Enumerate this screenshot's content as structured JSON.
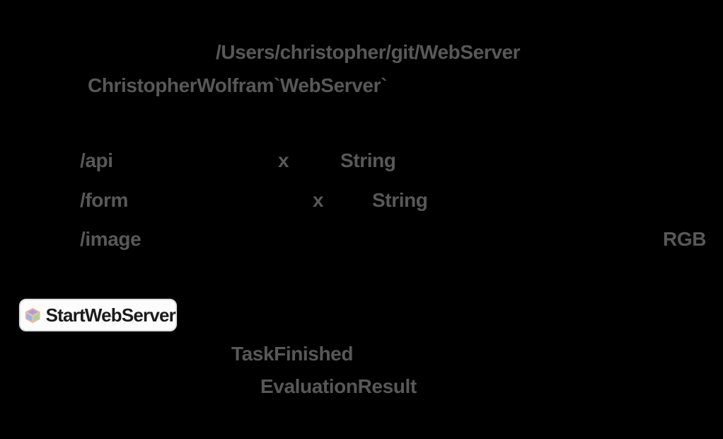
{
  "canvas": {
    "background": "#000000",
    "code_text_color": "#585858"
  },
  "code": {
    "package_path": "/Users/christopher/git/WebServer",
    "package_context": "ChristopherWolfram`WebServer`",
    "routes": [
      {
        "path": "/api",
        "param": "x",
        "type": "String"
      },
      {
        "path": "/form",
        "param": "x",
        "type": "String"
      },
      {
        "path": "/image",
        "colorspace": "RGB"
      }
    ],
    "event_name": "TaskFinished",
    "association_key": "EvaluationResult"
  },
  "symbol_chip": {
    "label": "StartWebServer",
    "icon": "package-cube-icon",
    "colors": {
      "background": "#fcfcfc",
      "border": "#e0e0e0",
      "label": "#1b1b1b",
      "cube_top": "#b19cda",
      "cube_left": "#96b4e4",
      "cube_right": "#a9d29c",
      "cube_edge": "#f2b28e"
    }
  }
}
